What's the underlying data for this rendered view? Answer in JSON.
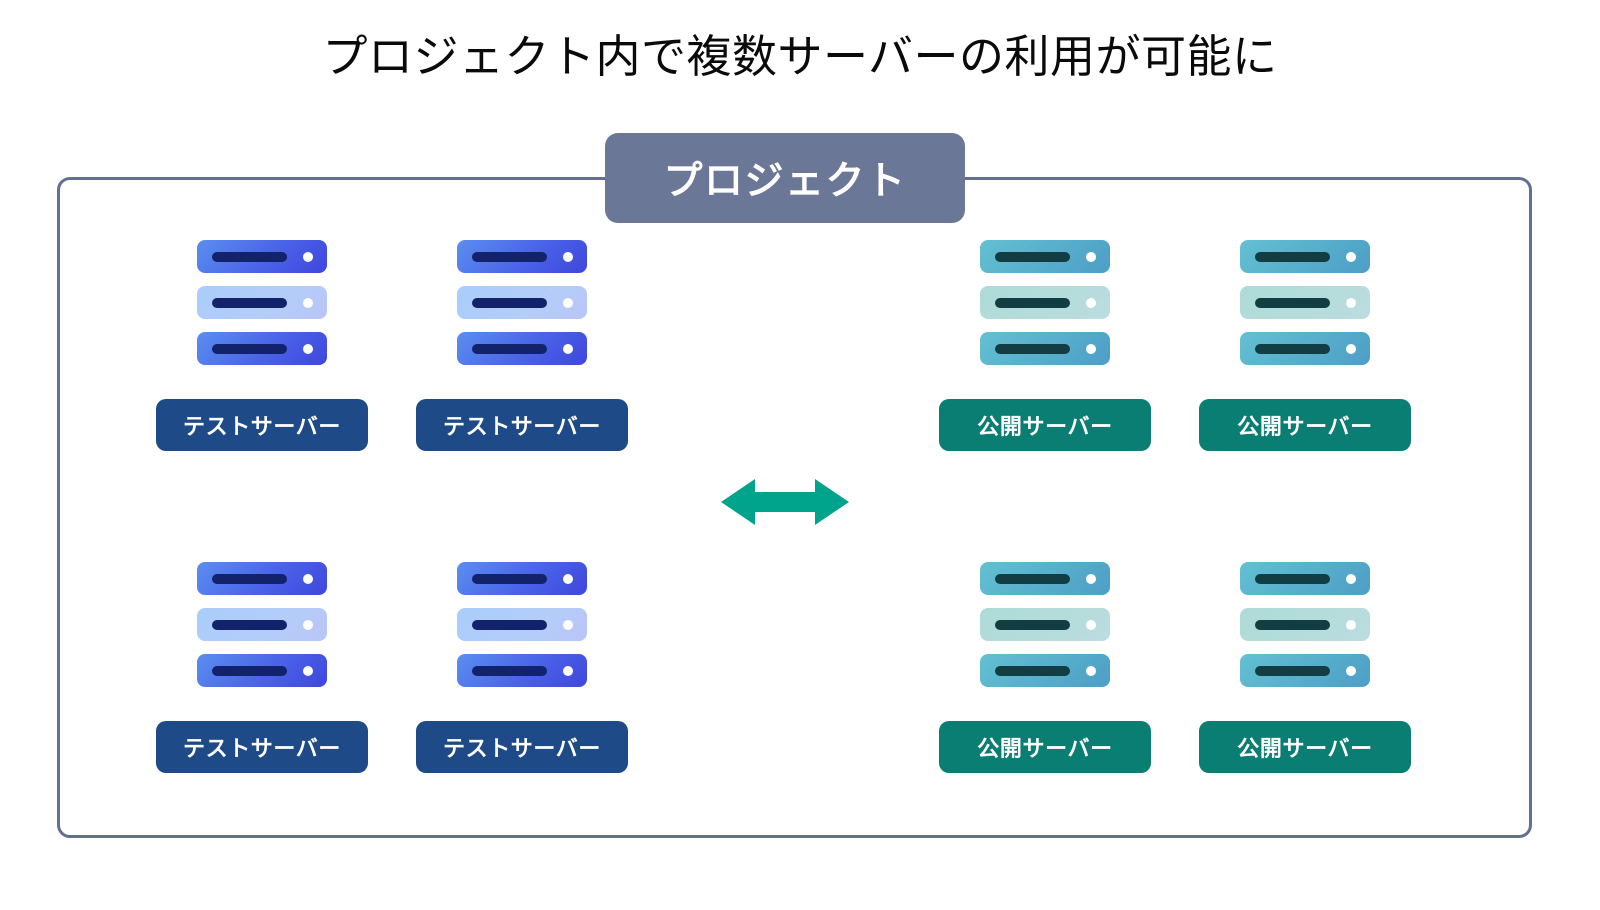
{
  "page": {
    "title": "プロジェクト内で複数サーバーの利用が可能に",
    "background": "#ffffff"
  },
  "project": {
    "badge_label": "プロジェクト",
    "badge_color": "#6b7796",
    "border_color": "#626f91"
  },
  "arrow": {
    "icon": "double-arrow-horizontal-icon",
    "color": "#00a38c",
    "meaning": "相互利用"
  },
  "colors": {
    "test_label_bg": "#1e4a87",
    "public_label_bg": "#0a7e73",
    "blue_server_dark": "#4a63e8",
    "blue_server_light": "#b4cdf9",
    "teal_server_dark": "#56aecb",
    "teal_server_light": "#b5dcdb",
    "blue_bar": "#12226b",
    "teal_bar": "#123d42",
    "accent_teal": "#00a38c",
    "title_text": "#0a0a0a"
  },
  "server_groups": [
    {
      "label": "テストサーバー",
      "type": "test",
      "palette": "blue",
      "icon": "server-stack-icon",
      "row": "top",
      "column": 1,
      "units": [
        "dark",
        "light",
        "dark"
      ]
    },
    {
      "label": "テストサーバー",
      "type": "test",
      "palette": "blue",
      "icon": "server-stack-icon",
      "row": "top",
      "column": 2,
      "units": [
        "dark",
        "light",
        "dark"
      ]
    },
    {
      "label": "公開サーバー",
      "type": "public",
      "palette": "teal",
      "icon": "server-stack-icon",
      "row": "top",
      "column": 3,
      "units": [
        "dark",
        "light",
        "dark"
      ]
    },
    {
      "label": "公開サーバー",
      "type": "public",
      "palette": "teal",
      "icon": "server-stack-icon",
      "row": "top",
      "column": 4,
      "units": [
        "dark",
        "light",
        "dark"
      ]
    },
    {
      "label": "テストサーバー",
      "type": "test",
      "palette": "blue",
      "icon": "server-stack-icon",
      "row": "bottom",
      "column": 1,
      "units": [
        "dark",
        "light",
        "dark"
      ]
    },
    {
      "label": "テストサーバー",
      "type": "test",
      "palette": "blue",
      "icon": "server-stack-icon",
      "row": "bottom",
      "column": 2,
      "units": [
        "dark",
        "light",
        "dark"
      ]
    },
    {
      "label": "公開サーバー",
      "type": "public",
      "palette": "teal",
      "icon": "server-stack-icon",
      "row": "bottom",
      "column": 3,
      "units": [
        "dark",
        "light",
        "dark"
      ]
    },
    {
      "label": "公開サーバー",
      "type": "public",
      "palette": "teal",
      "icon": "server-stack-icon",
      "row": "bottom",
      "column": 4,
      "units": [
        "dark",
        "light",
        "dark"
      ]
    }
  ]
}
